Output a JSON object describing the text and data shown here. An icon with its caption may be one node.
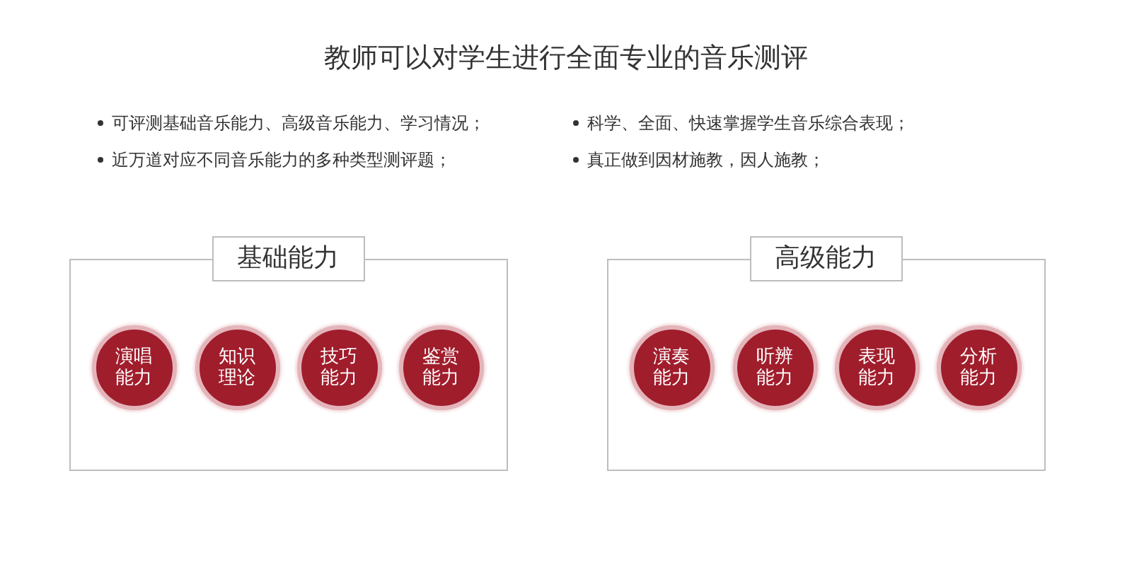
{
  "diagram": {
    "title": "教师可以对学生进行全面专业的音乐测评",
    "nodes": [
      {
        "text": [
          "基础能力"
        ]
      },
      {
        "text": [
          "演唱能力"
        ],
        "in": 0
      },
      {
        "text": [
          "知识理论"
        ],
        "in": 0
      },
      {
        "text": [
          "技巧能力"
        ],
        "in": 0
      },
      {
        "text": [
          "鉴赏能力"
        ],
        "in": 0
      },
      {
        "text": [
          "高级能力"
        ]
      },
      {
        "text": [
          "演奏能力"
        ],
        "in": 5
      },
      {
        "text": [
          "听辨能力"
        ],
        "in": 5
      },
      {
        "text": [
          "表现能力"
        ],
        "in": 5
      },
      {
        "text": [
          "分析能力"
        ],
        "in": 5
      }
    ],
    "labels": [
      "可评测基础音乐能力、高级音乐能力、学习情况；",
      "近万道对应不同音乐能力的多种类型测评题；",
      "科学、全面、快速掌握学生音乐综合表现；",
      "真正做到因材施教，因人施教；"
    ]
  }
}
